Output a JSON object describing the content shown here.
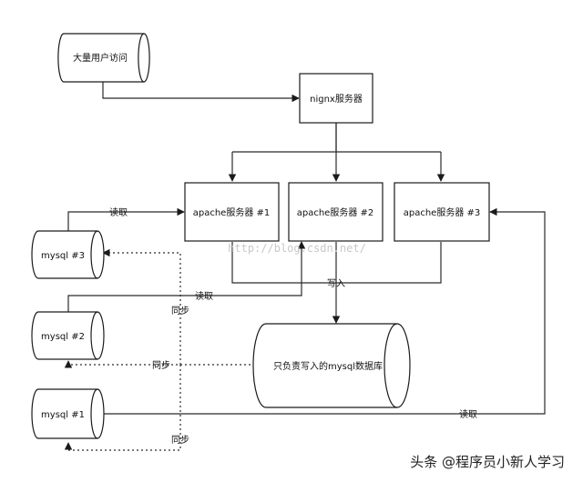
{
  "nodes": {
    "users": "大量用户访问",
    "nginx": "nignx服务器",
    "apache1": "apache服务器 #1",
    "apache2": "apache服务器 #2",
    "apache3": "apache服务器 #3",
    "mysql3": "mysql #3",
    "mysql2": "mysql #2",
    "mysql1": "mysql #1",
    "write_db": "只负责写入的mysql数据库"
  },
  "edges": {
    "read_1": "读取",
    "read_2": "读取",
    "read_3": "读取",
    "write": "写入",
    "sync_1": "同步",
    "sync_2": "同步",
    "sync_3": "同步"
  },
  "watermark": "http://blog.csdn.net/",
  "footer": "头条 @程序员小新人学习",
  "colors": {
    "line": "#2b2b2b",
    "stroke": "#1a1a1a",
    "fill": "#ffffff",
    "watermark": "#c8c8c8"
  }
}
